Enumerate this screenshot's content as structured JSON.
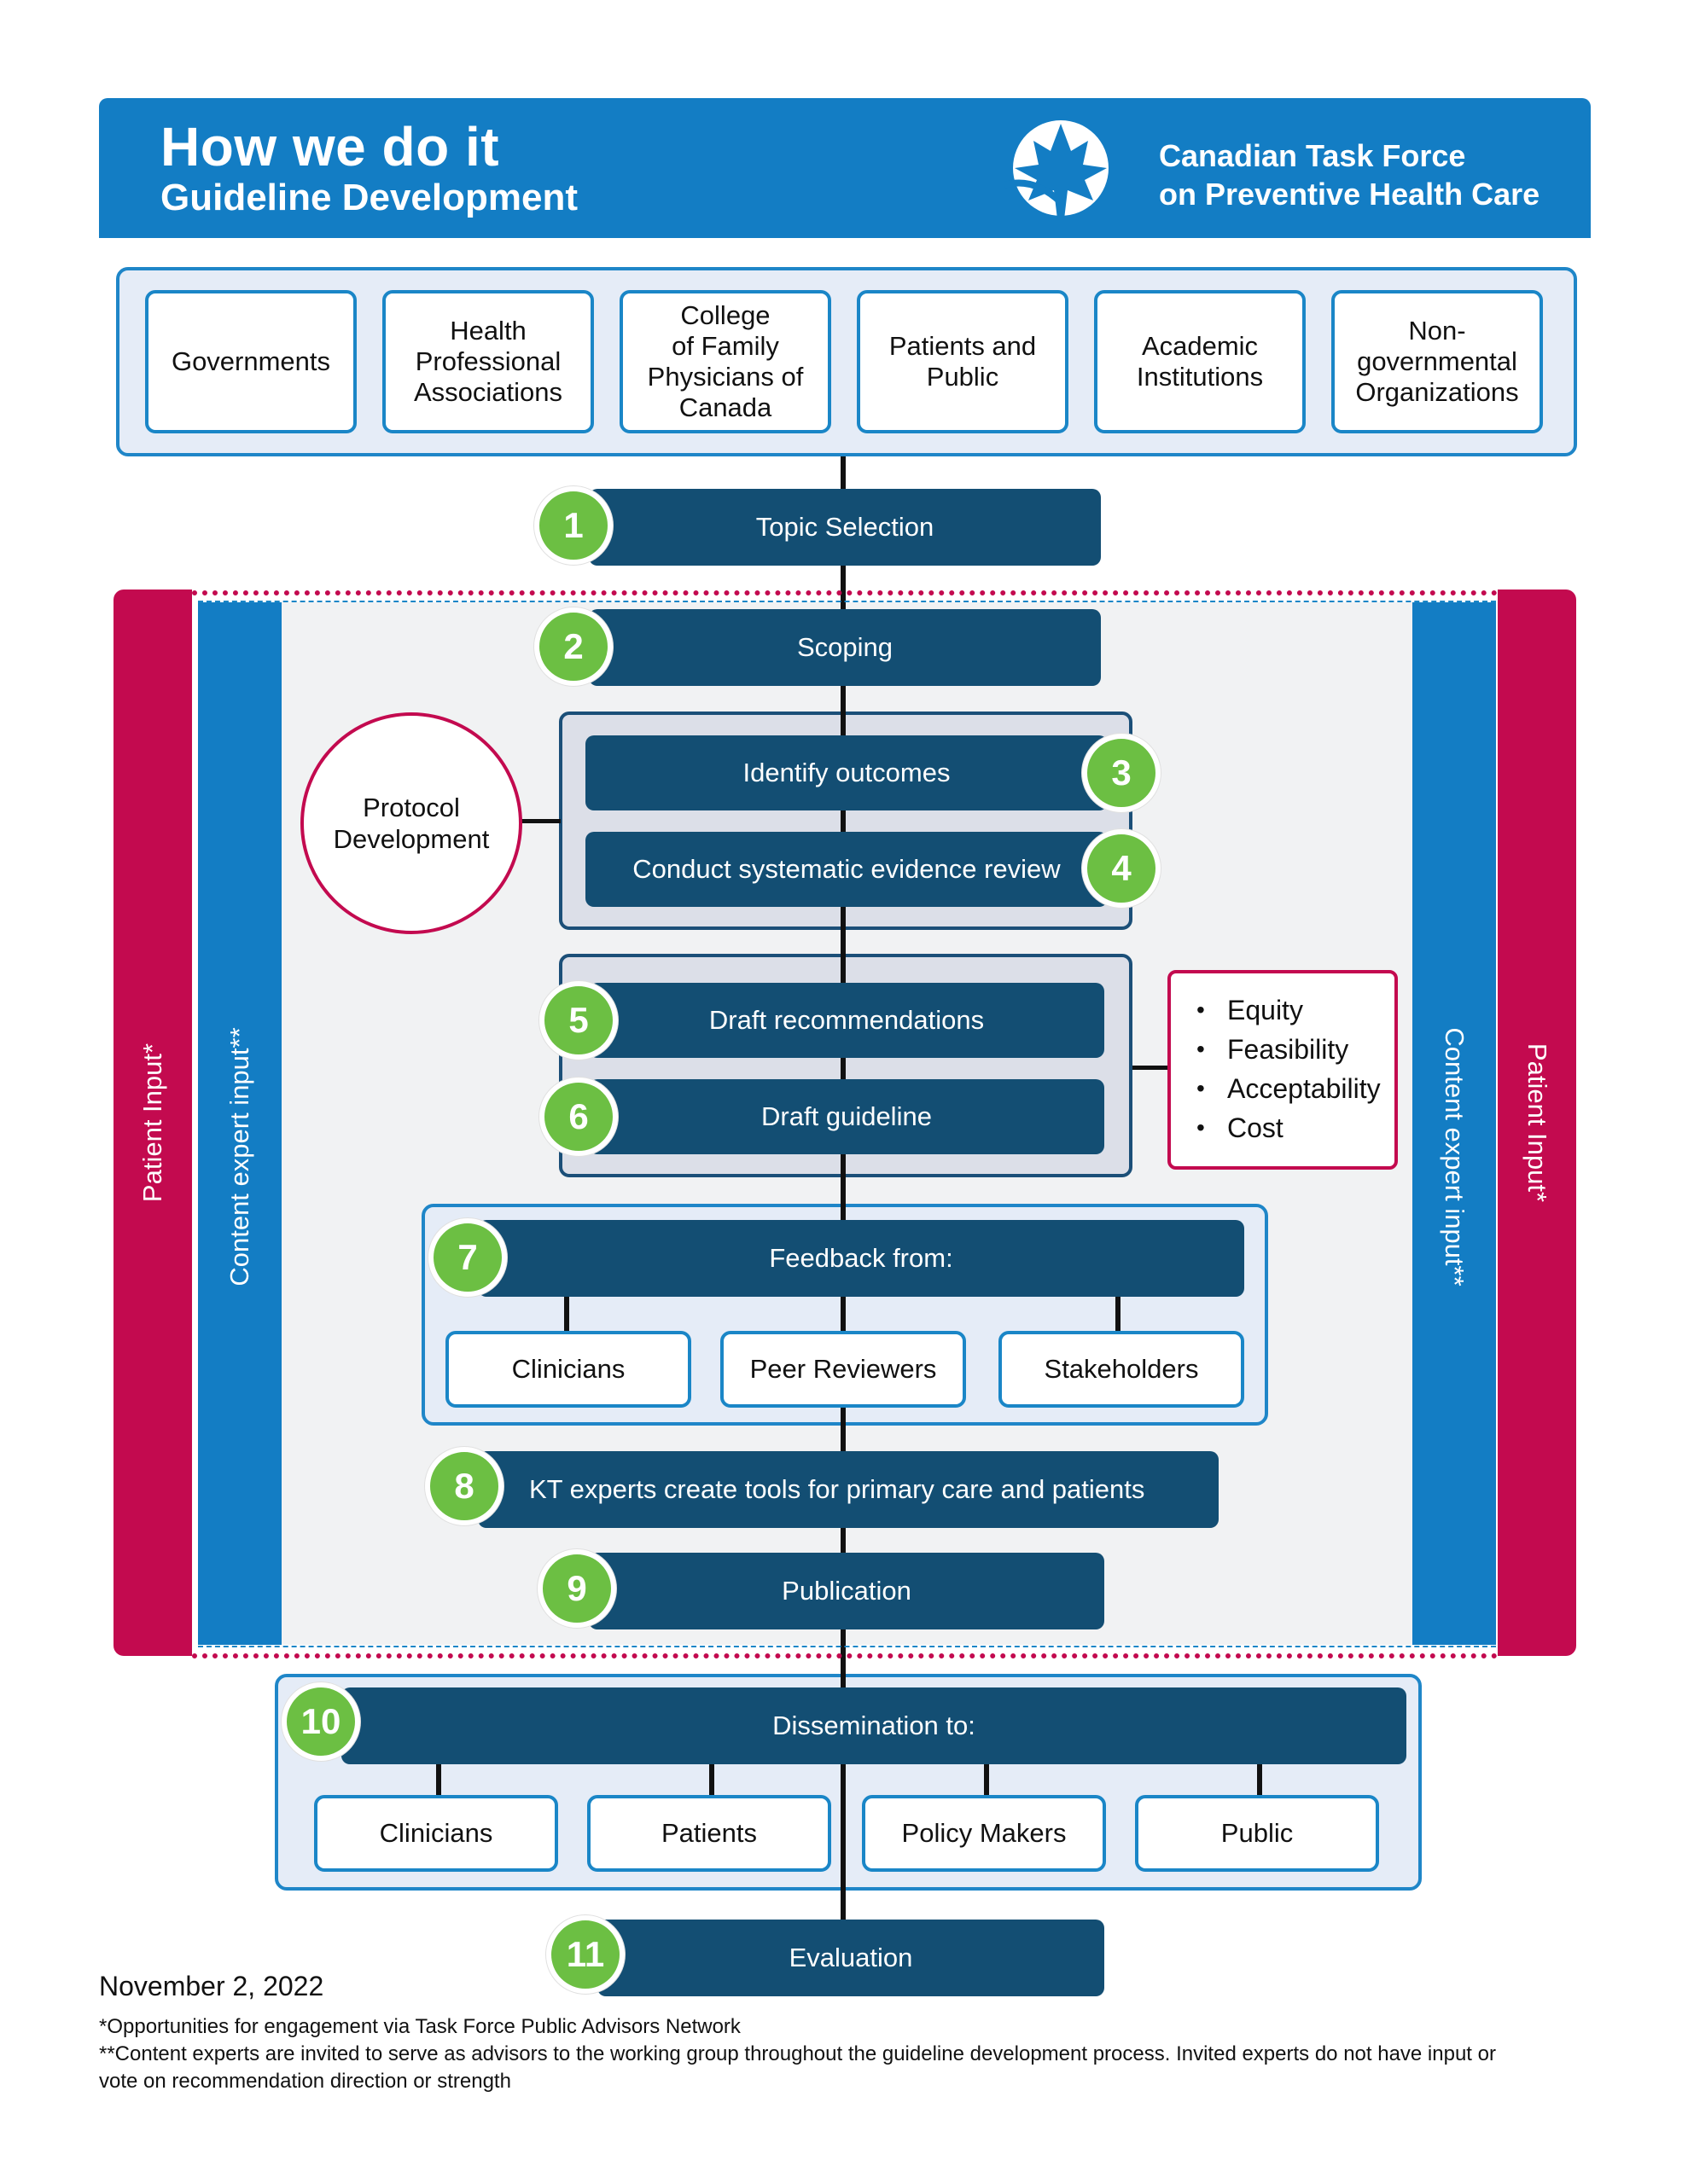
{
  "header": {
    "title": "How we do it",
    "subtitle": "Guideline Development",
    "org_line1": "Canadian Task Force",
    "org_line2": "on Preventive Health Care",
    "logo_icon": "maple-leaf-logo-icon",
    "color": "#137dc4"
  },
  "stakeholders": [
    {
      "line1": "Governments",
      "line2": "",
      "line3": "",
      "line4": ""
    },
    {
      "line1": "Health",
      "line2": "Professional",
      "line3": "Associations",
      "line4": ""
    },
    {
      "line1": "College",
      "line2": "of Family",
      "line3": "Physicians of",
      "line4": "Canada"
    },
    {
      "line1": "Patients and",
      "line2": "Public",
      "line3": "",
      "line4": ""
    },
    {
      "line1": "Academic",
      "line2": "Institutions",
      "line3": "",
      "line4": ""
    },
    {
      "line1": "Non-",
      "line2": "governmental",
      "line3": "Organizations",
      "line4": ""
    }
  ],
  "side_labels": {
    "patient_input": "Patient Input*",
    "content_expert_input": "Content expert input**"
  },
  "steps": [
    {
      "number": "1",
      "label": "Topic Selection"
    },
    {
      "number": "2",
      "label": "Scoping"
    },
    {
      "number": "3",
      "label": "Identify outcomes"
    },
    {
      "number": "4",
      "label": "Conduct systematic evidence review"
    },
    {
      "number": "5",
      "label": "Draft recommendations"
    },
    {
      "number": "6",
      "label": "Draft guideline"
    },
    {
      "number": "7",
      "label": "Feedback from:"
    },
    {
      "number": "8",
      "label": "KT experts create tools for primary care and patients"
    },
    {
      "number": "9",
      "label": "Publication"
    },
    {
      "number": "10",
      "label": "Dissemination to:"
    },
    {
      "number": "11",
      "label": "Evaluation"
    }
  ],
  "protocol": {
    "line1": "Protocol",
    "line2": "Development"
  },
  "criteria": [
    "Equity",
    "Feasibility",
    "Acceptability",
    "Cost"
  ],
  "feedback_from": [
    "Clinicians",
    "Peer Reviewers",
    "Stakeholders"
  ],
  "dissemination_to": [
    "Clinicians",
    "Patients",
    "Policy Makers",
    "Public"
  ],
  "footer": {
    "date": "November 2, 2022",
    "note1": "*Opportunities for engagement via Task Force Public Advisors Network",
    "note2": "**Content experts are invited to serve as advisors to the working group throughout the guideline development process. Invited experts do not have input or",
    "note3": "vote on recommendation direction or strength"
  },
  "colors": {
    "step_bar": "#134e73",
    "badge": "#6cbf43",
    "patient_input": "#c30a4f",
    "content_expert": "#137dc4"
  }
}
